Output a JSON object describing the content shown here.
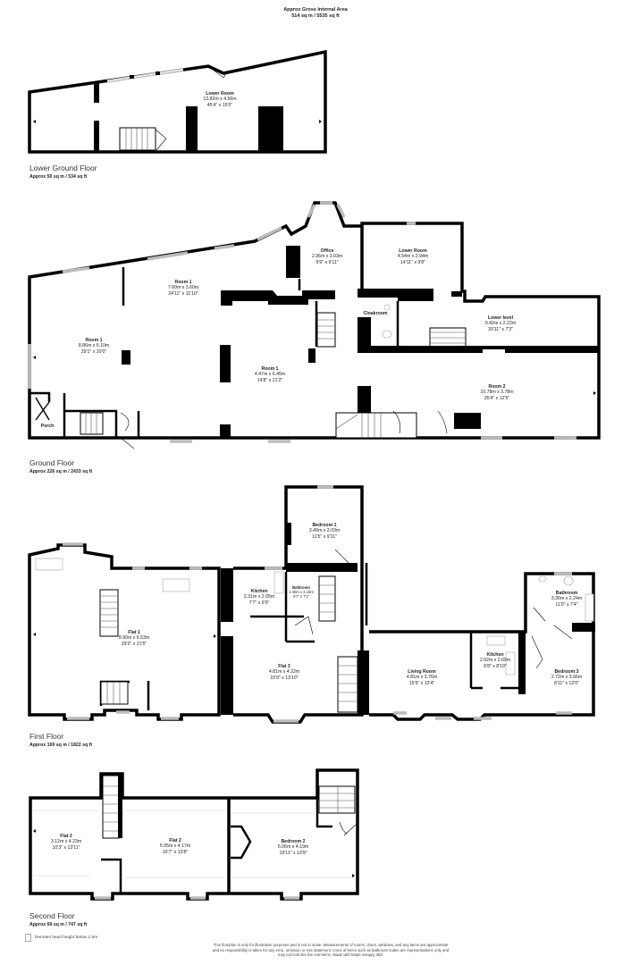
{
  "header": {
    "title": "Approx Gross Internal Area",
    "area": "514 sq m / 5535 sq ft"
  },
  "floors": [
    {
      "name": "Lower Ground Floor",
      "area": "Approx 50 sq m / 534 sq ft",
      "rooms": [
        {
          "name": "Lower Room",
          "metric": "13.82m x 4.56m",
          "imperial": "45'4\" x 15'0\""
        }
      ]
    },
    {
      "name": "Ground Floor",
      "area": "Approx 226 sq m / 2433 sq ft",
      "rooms": [
        {
          "name": "Room 1",
          "metric": "7.60m x 3.60m",
          "imperial": "24'11\" x 11'10\""
        },
        {
          "name": "Office",
          "metric": "2.96m x 3.03m",
          "imperial": "9'9\" x 9'11\""
        },
        {
          "name": "Lower Room",
          "metric": "4.54m x 2.94m",
          "imperial": "14'11\" x 9'8\""
        },
        {
          "name": "Cloakroom",
          "metric": "",
          "imperial": ""
        },
        {
          "name": "Lower level",
          "metric": "9.42m x 2.22m",
          "imperial": "30'11\" x 7'3\""
        },
        {
          "name": "Room 1",
          "metric": "8.86m x 6.10m",
          "imperial": "29'1\" x 20'0\""
        },
        {
          "name": "Room 1",
          "metric": "4.47m x 6.45m",
          "imperial": "14'8\" x 21'2\""
        },
        {
          "name": "Room 2",
          "metric": "10.78m x 3.78m",
          "imperial": "35'4\" x 12'5\""
        },
        {
          "name": "Porch",
          "metric": "",
          "imperial": ""
        }
      ]
    },
    {
      "name": "First Floor",
      "area": "Approx 169 sq m / 1822 sq ft",
      "rooms": [
        {
          "name": "Bedroom 1",
          "metric": "3.49m x 3.03m",
          "imperial": "11'5\" x 9'11\""
        },
        {
          "name": "Kitchen",
          "metric": "2.31m x 2.05m",
          "imperial": "7'7\" x 6'9\""
        },
        {
          "name": "Bathroom",
          "metric": "1.40m x 2.15m",
          "imperial": "4'7\" x 7'1\""
        },
        {
          "name": "Bathroom",
          "metric": "3.36m x 2.24m",
          "imperial": "11'0\" x 7'4\""
        },
        {
          "name": "Flat 1",
          "metric": "8.90m x 6.53m",
          "imperial": "29'2\" x 21'5\""
        },
        {
          "name": "Flat 3",
          "metric": "4.81m x 4.22m",
          "imperial": "15'9\" x 13'10\""
        },
        {
          "name": "Living Room",
          "metric": "4.81m x 3.76m",
          "imperial": "15'9\" x 12'4\""
        },
        {
          "name": "Kitchen",
          "metric": "2.02m x 2.69m",
          "imperial": "6'8\" x 8'10\""
        },
        {
          "name": "Bedroom 3",
          "metric": "2.72m x 3.66m",
          "imperial": "8'11\" x 12'0\""
        }
      ]
    },
    {
      "name": "Second Floor",
      "area": "Approx 69 sq m / 747 sq ft",
      "rooms": [
        {
          "name": "Flat 2",
          "metric": "3.12m x 4.23m",
          "imperial": "10'3\" x 13'11\""
        },
        {
          "name": "Flat 2",
          "metric": "5.05m x 4.17m",
          "imperial": "16'7\" x 13'8\""
        },
        {
          "name": "Bedroom 2",
          "metric": "6.06m x 4.19m",
          "imperial": "19'11\" x 13'9\""
        }
      ]
    }
  ],
  "legend": {
    "label": "Denotes head height below 1.5m"
  },
  "disclaimer": {
    "line1": "This floorplan is only for illustrative purposes and is not to scale. Measurements of rooms, doors, windows, and any items are approximate",
    "line2": "and no responsibility is taken for any error, omission or mis-statement. Icons of items such as bathroom suites are representations only and",
    "line3": "may not look like the real items. Made with Made Snappy 360."
  }
}
